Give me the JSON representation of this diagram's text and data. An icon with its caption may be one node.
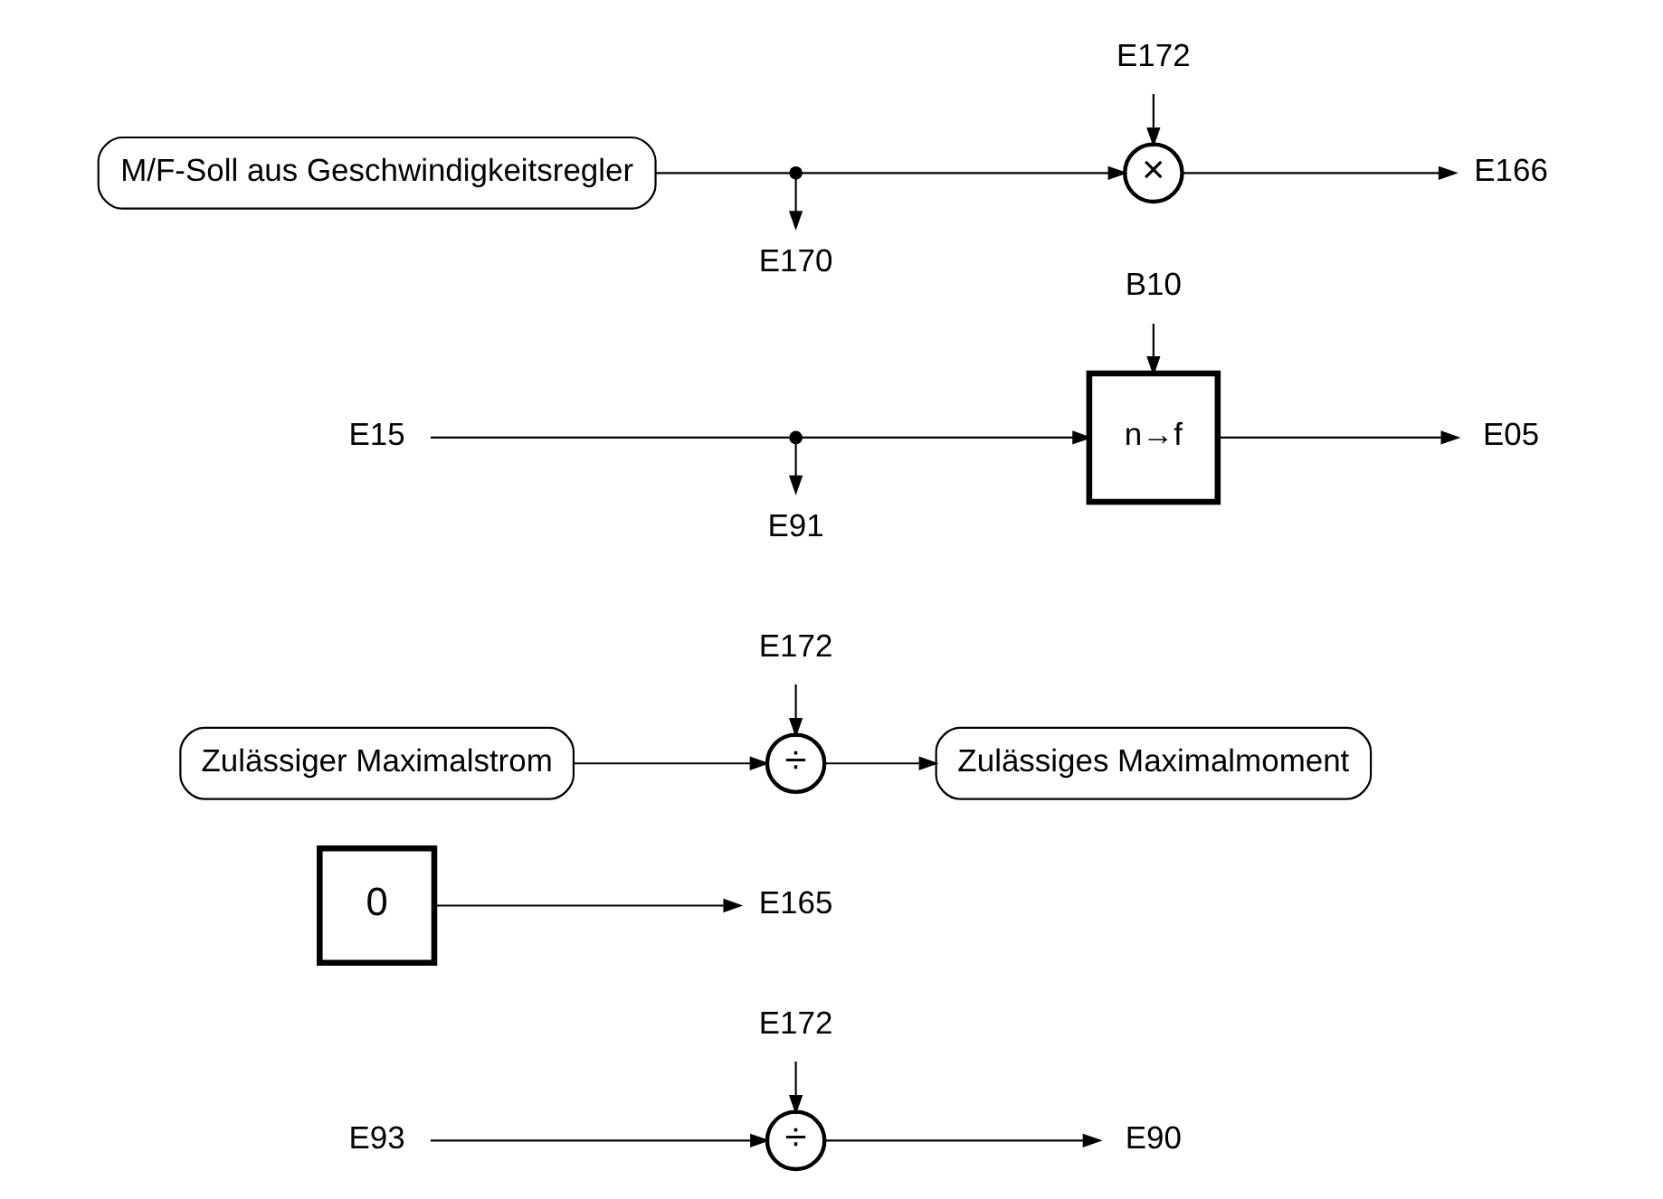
{
  "diagram": {
    "nodes": [
      {
        "text": [
          "M/F-Soll aus Geschwindigkeitsregler"
        ]
      },
      {
        "text": [
          "E170"
        ]
      },
      {
        "text": [],
        "shape": "dot"
      },
      {
        "text": [
          "×"
        ]
      },
      {
        "text": [
          "E166"
        ]
      },
      {
        "text": [
          "E172"
        ]
      },
      {
        "text": [
          "E15"
        ]
      },
      {
        "text": [
          "E91"
        ]
      },
      {
        "text": [],
        "shape": "dot"
      },
      {
        "text": [
          "n→f"
        ]
      },
      {
        "text": [
          "E05"
        ]
      },
      {
        "text": [
          "B10"
        ]
      },
      {
        "text": [
          "Zulässiger Maximalstrom"
        ]
      },
      {
        "text": [
          "÷"
        ]
      },
      {
        "text": [
          "Zulässiges Maximalmoment"
        ]
      },
      {
        "text": [
          "E172"
        ]
      },
      {
        "text": [
          "0"
        ]
      },
      {
        "text": [
          "E165"
        ]
      },
      {
        "text": [
          "E93"
        ]
      },
      {
        "text": [
          "÷"
        ]
      },
      {
        "text": [
          "E90"
        ]
      },
      {
        "text": [
          "E172"
        ]
      }
    ],
    "edges": [
      {
        "from": 0,
        "to": 2,
        "arrow": "none"
      },
      {
        "from": 2,
        "to": 1,
        "arrow": "to"
      },
      {
        "from": 2,
        "to": 3,
        "arrow": "to"
      },
      {
        "from": 3,
        "to": 4,
        "arrow": "to"
      },
      {
        "from": 5,
        "to": 3,
        "arrow": "to"
      },
      {
        "from": 6,
        "to": 8,
        "arrow": "none"
      },
      {
        "from": 8,
        "to": 7,
        "arrow": "to"
      },
      {
        "from": 8,
        "to": 9,
        "arrow": "to"
      },
      {
        "from": 9,
        "to": 10,
        "arrow": "to"
      },
      {
        "from": 11,
        "to": 9,
        "arrow": "to"
      },
      {
        "from": 12,
        "to": 13,
        "arrow": "to"
      },
      {
        "from": 13,
        "to": 14,
        "arrow": "to"
      },
      {
        "from": 15,
        "to": 13,
        "arrow": "to"
      },
      {
        "from": 16,
        "to": 17,
        "arrow": "to"
      },
      {
        "from": 18,
        "to": 19,
        "arrow": "to"
      },
      {
        "from": 19,
        "to": 20,
        "arrow": "to"
      },
      {
        "from": 21,
        "to": 19,
        "arrow": "to"
      }
    ]
  }
}
